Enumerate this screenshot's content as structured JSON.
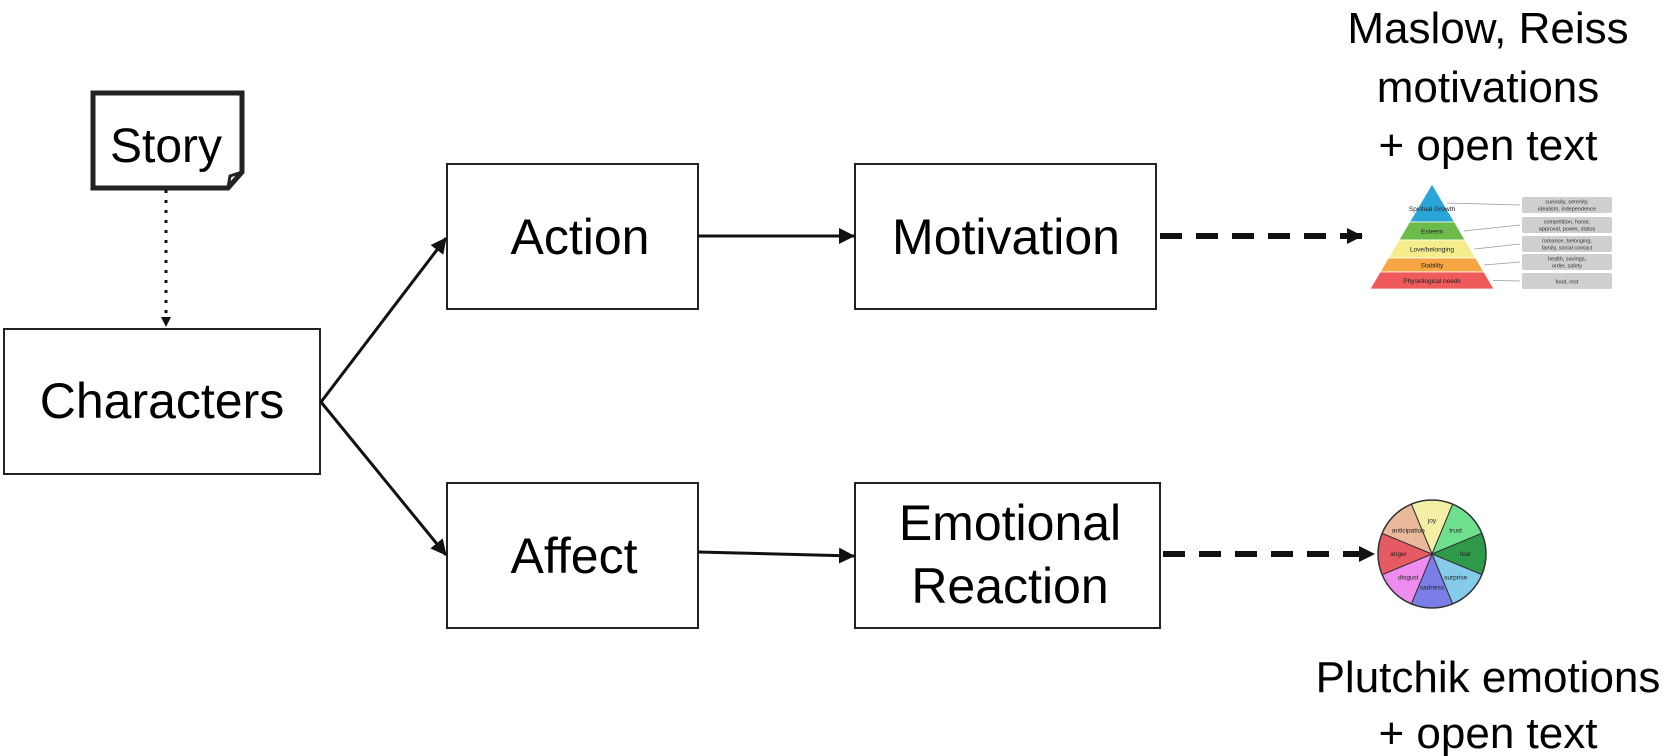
{
  "nodes": {
    "story": "Story",
    "characters": "Characters",
    "action": "Action",
    "affect": "Affect",
    "motivation": "Motivation",
    "emotional_reaction": [
      "Emotional",
      "Reaction"
    ]
  },
  "annotations": {
    "maslow": [
      "Maslow, Reiss",
      "motivations",
      "+ open text"
    ],
    "plutchik": [
      "Plutchik emotions",
      "+ open text"
    ]
  },
  "pyramid": {
    "levels": [
      {
        "label": "Spiritual Growth",
        "color": "#2aa5d8"
      },
      {
        "label": "Esteem",
        "color": "#6dbb4a"
      },
      {
        "label": "Love/belonging",
        "color": "#f5ed8c"
      },
      {
        "label": "Stability",
        "color": "#f7a646"
      },
      {
        "label": "Physiological needs",
        "color": "#ef5a5a"
      }
    ],
    "notes": [
      [
        "curiosity, serenity,",
        "idealism, independence"
      ],
      [
        "competition, honor,",
        "approval, power, status"
      ],
      [
        "romance, belonging,",
        "family, social contact"
      ],
      [
        "health, savings,",
        "order, safety"
      ],
      [
        "food, rest"
      ]
    ]
  },
  "wheel": {
    "slices": [
      {
        "label": "joy",
        "color": "#f3f0a6"
      },
      {
        "label": "trust",
        "color": "#6ee08e"
      },
      {
        "label": "fear",
        "color": "#2f9a4a"
      },
      {
        "label": "surprise",
        "color": "#86cbe9"
      },
      {
        "label": "sadness",
        "color": "#7a7ee6"
      },
      {
        "label": "disgust",
        "color": "#ef8cef"
      },
      {
        "label": "anger",
        "color": "#e55a63"
      },
      {
        "label": "anticipation",
        "color": "#eab89a"
      }
    ]
  }
}
